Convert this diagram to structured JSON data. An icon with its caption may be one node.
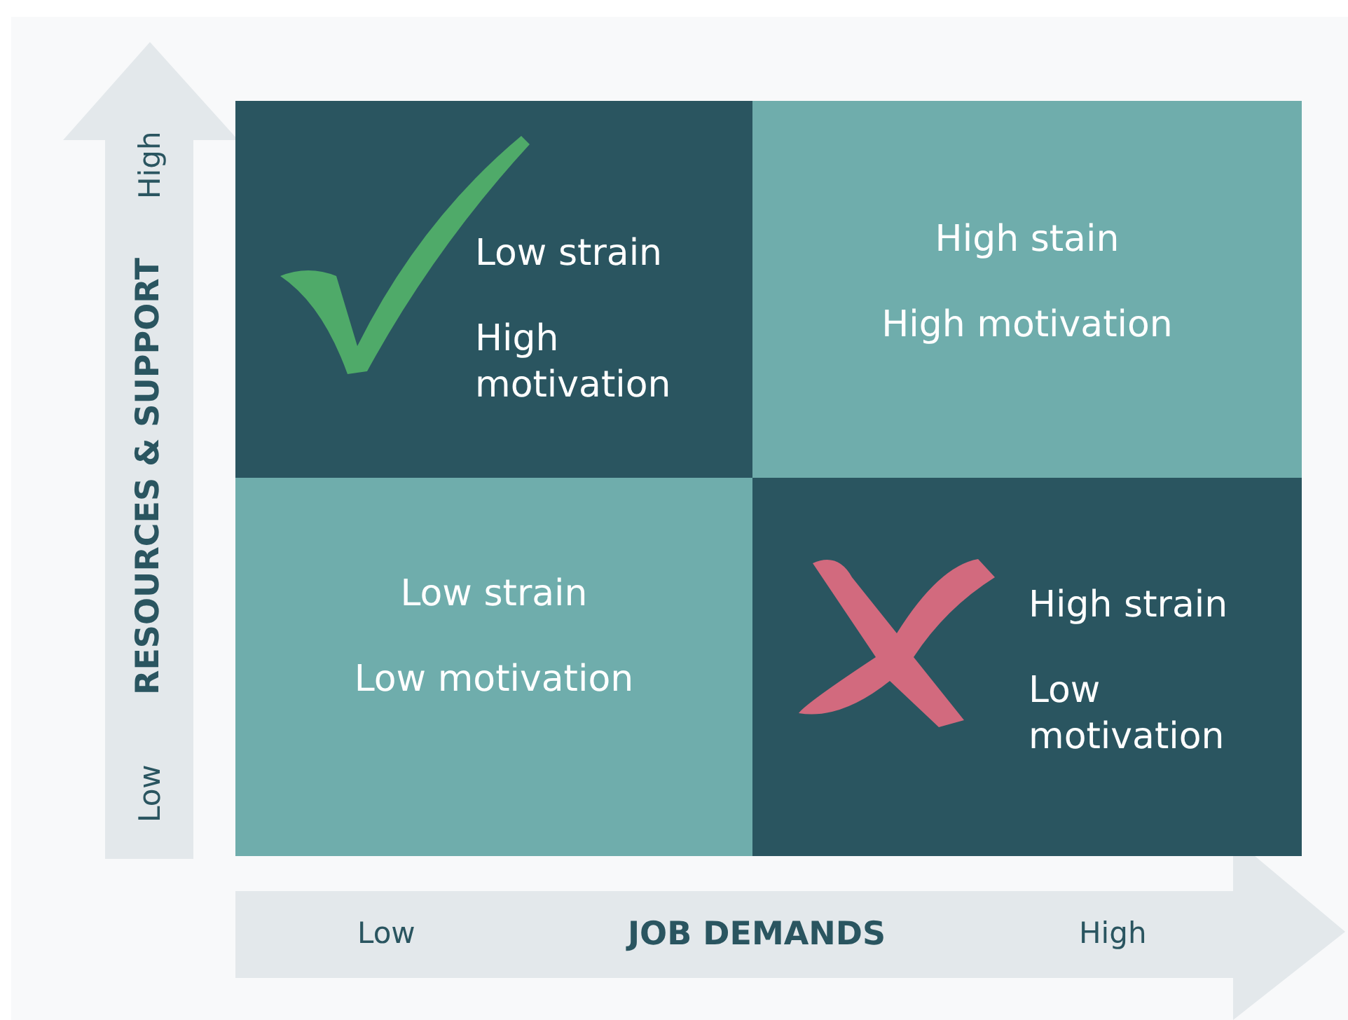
{
  "diagram": {
    "nodes": [
      {
        "text": [
          "Low strain",
          "High motivation"
        ]
      },
      {
        "text": [
          "High stain",
          "High motivation"
        ]
      },
      {
        "text": [
          "Low strain",
          "Low motivation"
        ]
      },
      {
        "text": [
          "High strain",
          "Low motivation"
        ]
      }
    ],
    "labels": [
      "High",
      "RESOURCES & SUPPORT",
      "Low",
      "Low",
      "JOB DEMANDS",
      "High"
    ]
  }
}
